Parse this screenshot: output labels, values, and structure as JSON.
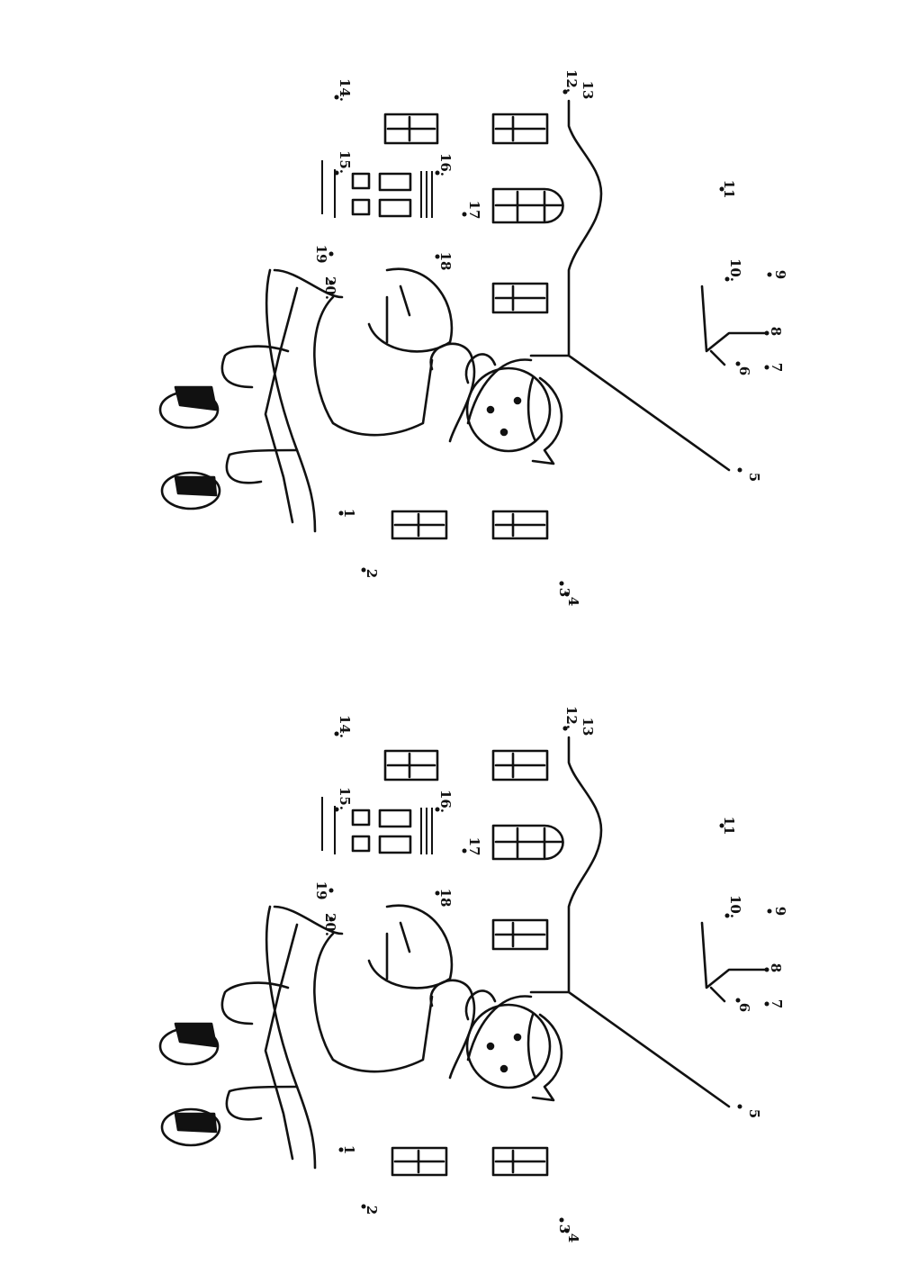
{
  "worksheet": {
    "copies": 2,
    "dot_labels": [
      "1",
      "2",
      "3",
      "4",
      "5",
      "6",
      "7",
      "8",
      "9",
      "10.",
      "11",
      "12.",
      "13",
      "14.",
      "15.",
      "16.",
      "17",
      "18",
      "19",
      "20."
    ],
    "ink_color": "#111111",
    "paper_color": "#ffffff"
  }
}
